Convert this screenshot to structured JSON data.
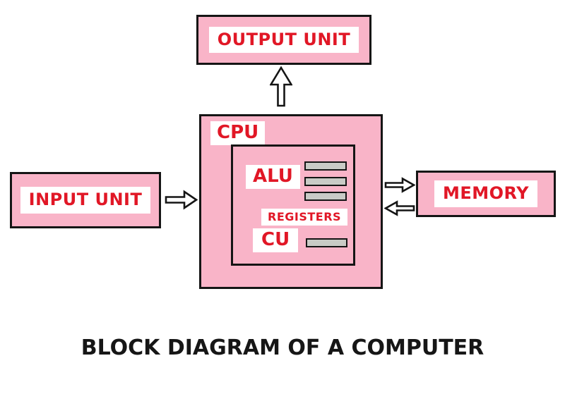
{
  "diagram": {
    "title": "BLOCK DIAGRAM OF A COMPUTER",
    "blocks": {
      "output_unit": {
        "label": "OUTPUT UNIT"
      },
      "input_unit": {
        "label": "INPUT UNIT"
      },
      "memory": {
        "label": "MEMORY"
      },
      "cpu": {
        "label": "CPU",
        "alu_label": "ALU",
        "registers_label": "REGISTERS",
        "cu_label": "CU",
        "alu_register_bar_count": 3,
        "cu_register_bar_count": 1
      }
    },
    "connections": [
      {
        "from": "CPU",
        "to": "OUTPUT UNIT",
        "direction": "up"
      },
      {
        "from": "INPUT UNIT",
        "to": "CPU",
        "direction": "right"
      },
      {
        "from": "CPU",
        "to": "MEMORY",
        "direction": "right"
      },
      {
        "from": "MEMORY",
        "to": "CPU",
        "direction": "left"
      }
    ],
    "colors": {
      "background": "#FFFFFF",
      "block_fill": "#F9B4C8",
      "block_border": "#151515",
      "label_bg": "#FFFFFF",
      "label_text": "#E11726",
      "register_bar_fill": "#C9CBC6",
      "arrow_fill": "#FFFFFF",
      "arrow_outline": "#151515",
      "title_text": "#161616"
    }
  }
}
